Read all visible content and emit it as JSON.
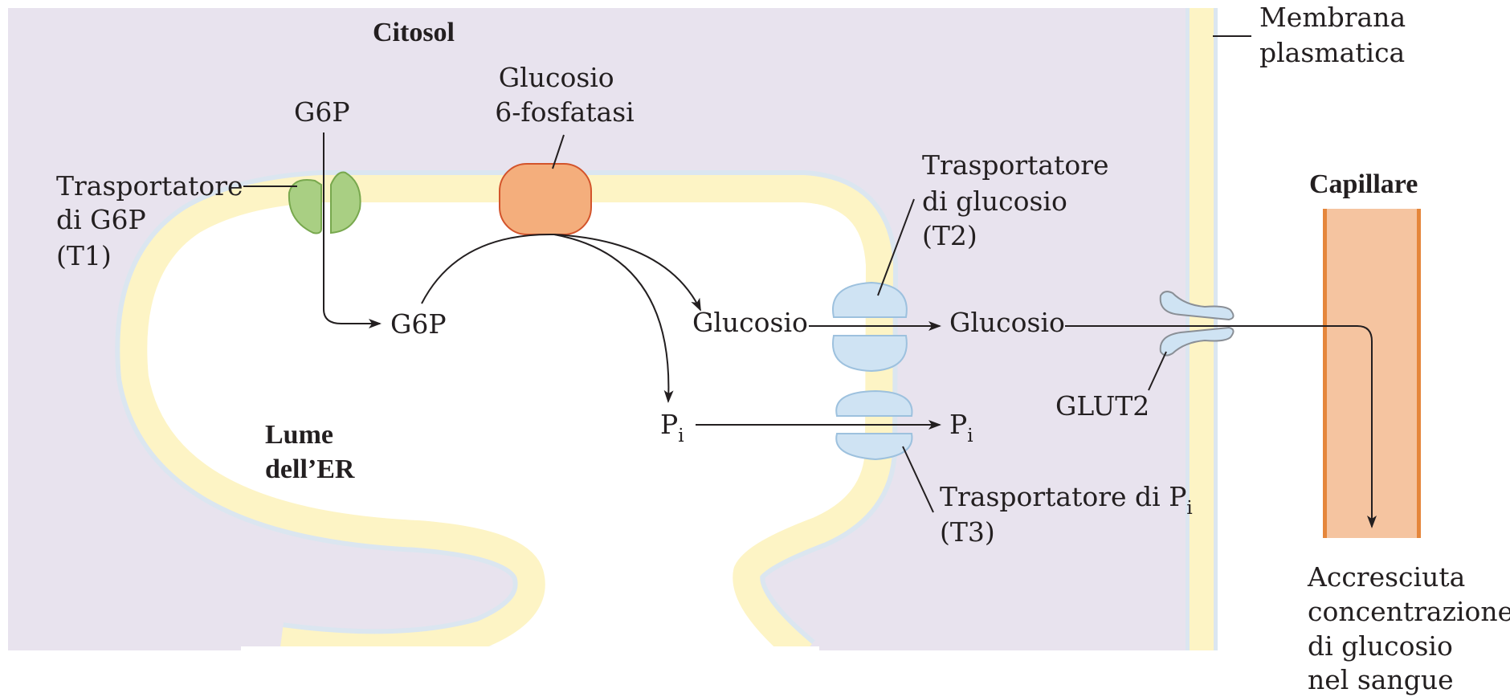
{
  "colors": {
    "cytosol": "#e8e3ee",
    "membrane": "#fdf4c5",
    "membrane_edge": "#dbe6f0",
    "transporter_blue": "#cfe3f3",
    "transporter_blue_stroke": "#9dc1de",
    "t1_green": "#a9cf83",
    "t1_green_stroke": "#78a84e",
    "phosphatase": "#f4ae7c",
    "phosphatase_stroke": "#d3542b",
    "capillary_fill": "#f5c4a0",
    "capillary_wall": "#e5863b",
    "text": "#231f20"
  },
  "labels": {
    "cytosol": "Citosol",
    "plasma_membrane": [
      "Membrana",
      "plasmatica"
    ],
    "g6p_top": "G6P",
    "phosphatase": [
      "Glucosio",
      "6-fosfatasi"
    ],
    "t1": [
      "Trasportatore",
      "di G6P",
      "(T1)"
    ],
    "t2": [
      "Trasportatore",
      "di glucosio",
      "(T2)"
    ],
    "capillary": "Capillare",
    "g6p_lumen": "G6P",
    "glucose_lumen": "Glucosio",
    "glucose_cytosol": "Glucosio",
    "pi_lumen": "P",
    "pi_lumen_sub": "i",
    "pi_cytosol": "P",
    "pi_cytosol_sub": "i",
    "glut2": "GLUT2",
    "lumen": [
      "Lume",
      "dell’ER"
    ],
    "t3": [
      "Trasportatore di P",
      "(T3)"
    ],
    "t3_sub": "i",
    "result": [
      "Accresciuta",
      "concentrazione",
      "di glucosio",
      "nel sangue"
    ]
  }
}
